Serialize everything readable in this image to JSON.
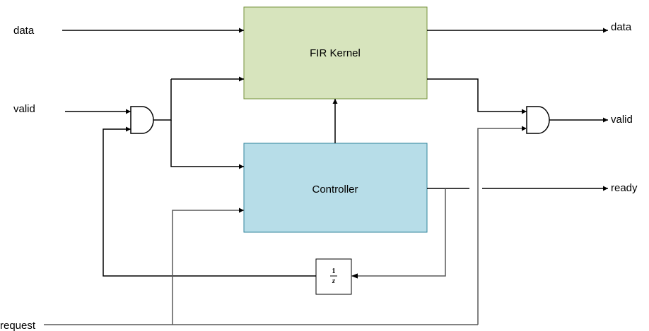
{
  "inputs": {
    "data": "data",
    "valid": "valid",
    "request": "request"
  },
  "outputs": {
    "data": "data",
    "valid": "valid",
    "ready": "ready"
  },
  "blocks": {
    "fir_kernel": {
      "label": "FIR Kernel",
      "fill": "#d7e4bd",
      "stroke": "#76923c"
    },
    "controller": {
      "label": "Controller",
      "fill": "#b7dde8",
      "stroke": "#31859c"
    },
    "delay": {
      "numerator": "1",
      "denominator": "z"
    }
  },
  "gates": [
    "AND",
    "AND"
  ]
}
